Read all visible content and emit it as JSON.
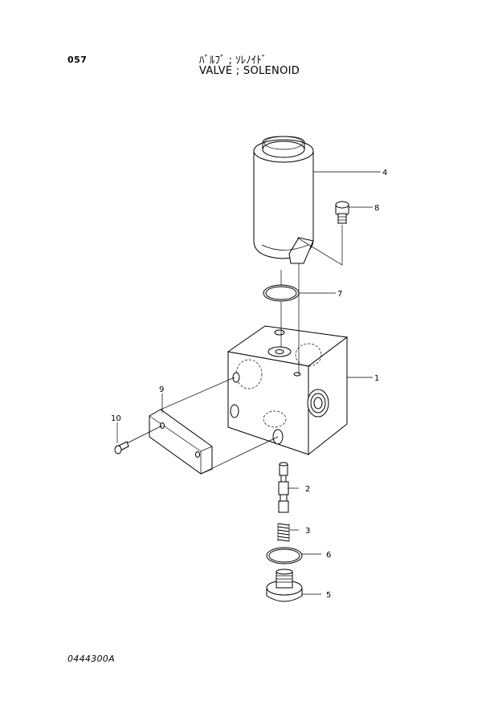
{
  "header": {
    "page_number": "057",
    "title_jp": "ﾊﾞﾙﾌﾞ ; ｿﾚﾉｲﾄﾞ",
    "title_en": "VALVE ; SOLENOID"
  },
  "footer": {
    "drawing_code": "0444300A"
  },
  "callouts": [
    {
      "id": "1",
      "label": "1"
    },
    {
      "id": "2",
      "label": "2"
    },
    {
      "id": "3",
      "label": "3"
    },
    {
      "id": "4",
      "label": "4"
    },
    {
      "id": "5",
      "label": "5"
    },
    {
      "id": "6",
      "label": "6"
    },
    {
      "id": "7",
      "label": "7"
    },
    {
      "id": "8",
      "label": "8"
    },
    {
      "id": "9",
      "label": "9"
    },
    {
      "id": "10",
      "label": "10"
    }
  ]
}
